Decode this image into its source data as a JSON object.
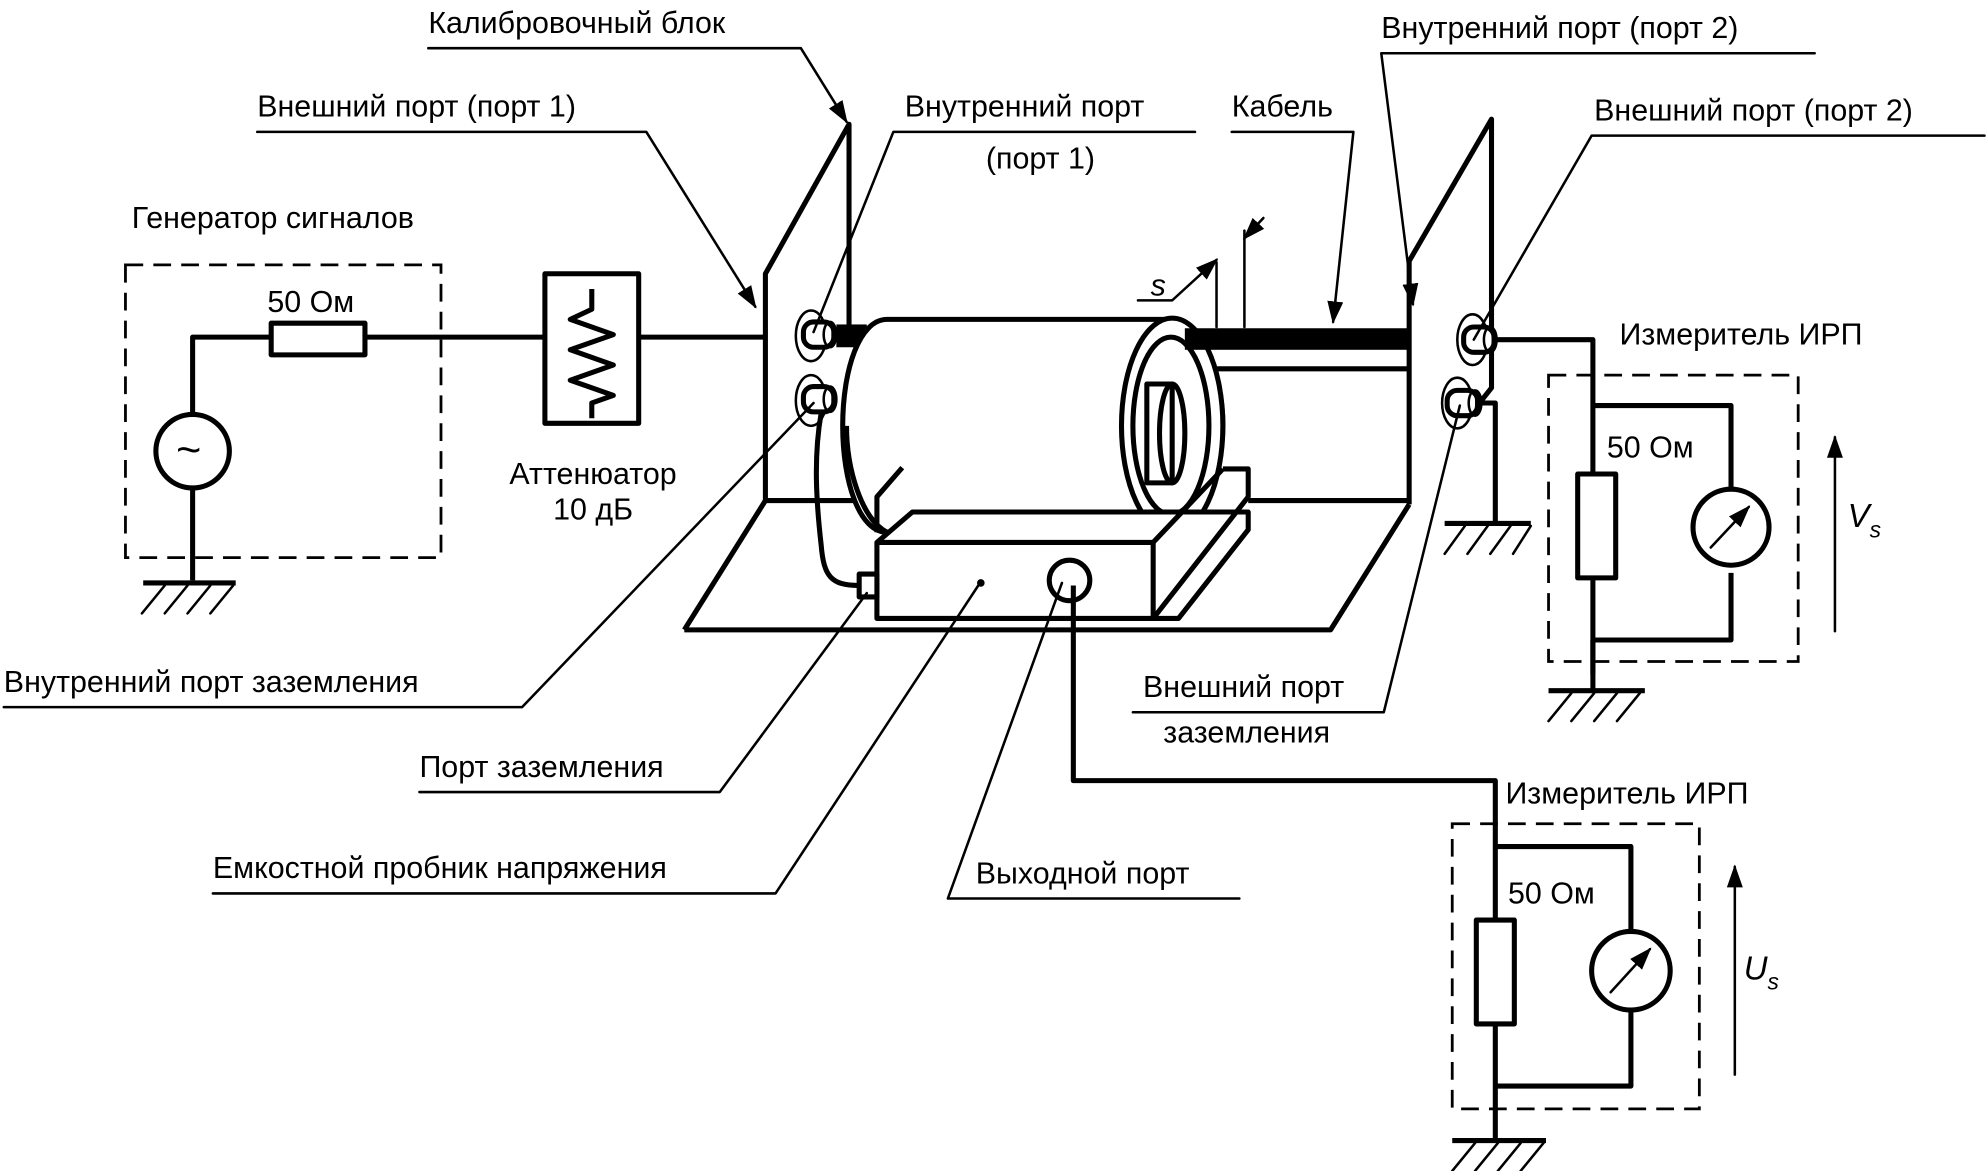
{
  "labels": {
    "calibration_block": "Калибровочный блок",
    "outer_port_1": "Внешний порт (порт 1)",
    "inner_port_1_line1": "Внутренний порт",
    "inner_port_1_line2": "(порт 1)",
    "cable": "Кабель",
    "inner_port_2": "Внутренний порт (порт 2)",
    "outer_port_2": "Внешний порт (порт 2)",
    "signal_generator": "Генератор сигналов",
    "generator_resistor": "50 Ом",
    "attenuator_line1": "Аттенюатор",
    "attenuator_line2": "10 дБ",
    "spacing_symbol": "s",
    "emi_meter_top": "Измеритель ИРП",
    "emi_meter_top_resistor": "50 Ом",
    "voltage_vs": "V",
    "voltage_vs_sub": "s",
    "inner_ground_port": "Внутренний порт заземления",
    "outer_ground_port_line1": "Внешний порт",
    "outer_ground_port_line2": "заземления",
    "ground_port": "Порт заземления",
    "capacitive_probe": "Емкостной пробник напряжения",
    "output_port": "Выходной порт",
    "emi_meter_bottom": "Измеритель ИРП",
    "emi_meter_bottom_resistor": "50 Ом",
    "voltage_us": "U",
    "voltage_us_sub": "s"
  },
  "symbols": {
    "generator": "~"
  }
}
